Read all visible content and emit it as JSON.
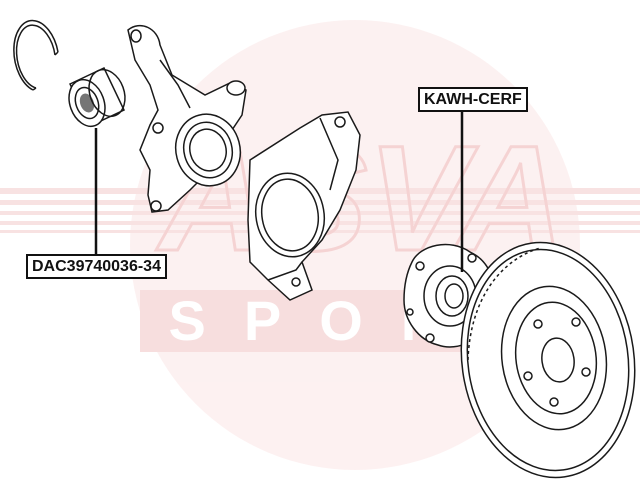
{
  "colors": {
    "watermark": "#f2c4c4",
    "line_art": "#1a1a1a",
    "label_border": "#111111"
  },
  "watermark": {
    "brand_text": "ASVA",
    "sub_text": "SPORT"
  },
  "callouts": {
    "bearing_part_number": "DAC39740036-34",
    "hub_part_number": "KAWH-CERF"
  }
}
